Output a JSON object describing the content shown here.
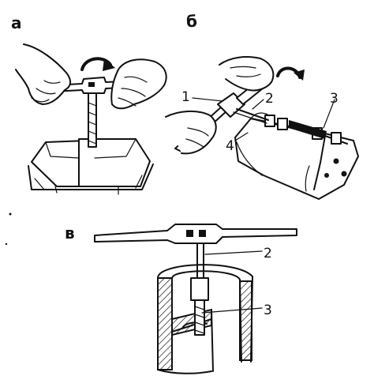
{
  "panels": {
    "a": {
      "letter": "а"
    },
    "b": {
      "letter": "б",
      "callouts": [
        "1",
        "2",
        "3",
        "4"
      ]
    },
    "c": {
      "letter": "в",
      "callouts": [
        "2",
        "3"
      ]
    }
  },
  "icons": [
    "rotation-arrow-icon",
    "rotation-arrow-icon"
  ],
  "colors": {
    "ink": "#111111",
    "paper": "#ffffff"
  }
}
